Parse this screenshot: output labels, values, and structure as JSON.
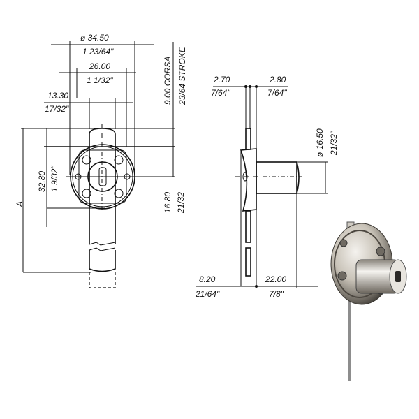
{
  "front_view": {
    "dia_outer_mm": "ø 34.50",
    "dia_outer_in": "1 23/64\"",
    "width_mm": "26.00",
    "width_in": "1 1/32\"",
    "bolt_mm": "13.30",
    "bolt_in": "17/32\"",
    "stroke_mm": "9.00 CORSA",
    "stroke_in": "23/64 STROKE",
    "height_mm": "32.80",
    "height_in": "1 9/32\"",
    "center_mm": "16.80",
    "center_in": "21/32",
    "length_label": "A"
  },
  "side_view": {
    "plate_mm": "2.70",
    "plate_in": "7/64\"",
    "flange_mm": "2.80",
    "flange_in": "7/64\"",
    "cyl_dia_mm": "ø 16.50",
    "cyl_dia_in": "21/32\"",
    "offset_mm": "8.20",
    "offset_in": "21/64\"",
    "cyl_len_mm": "22.00",
    "cyl_len_in": "7/8\""
  }
}
